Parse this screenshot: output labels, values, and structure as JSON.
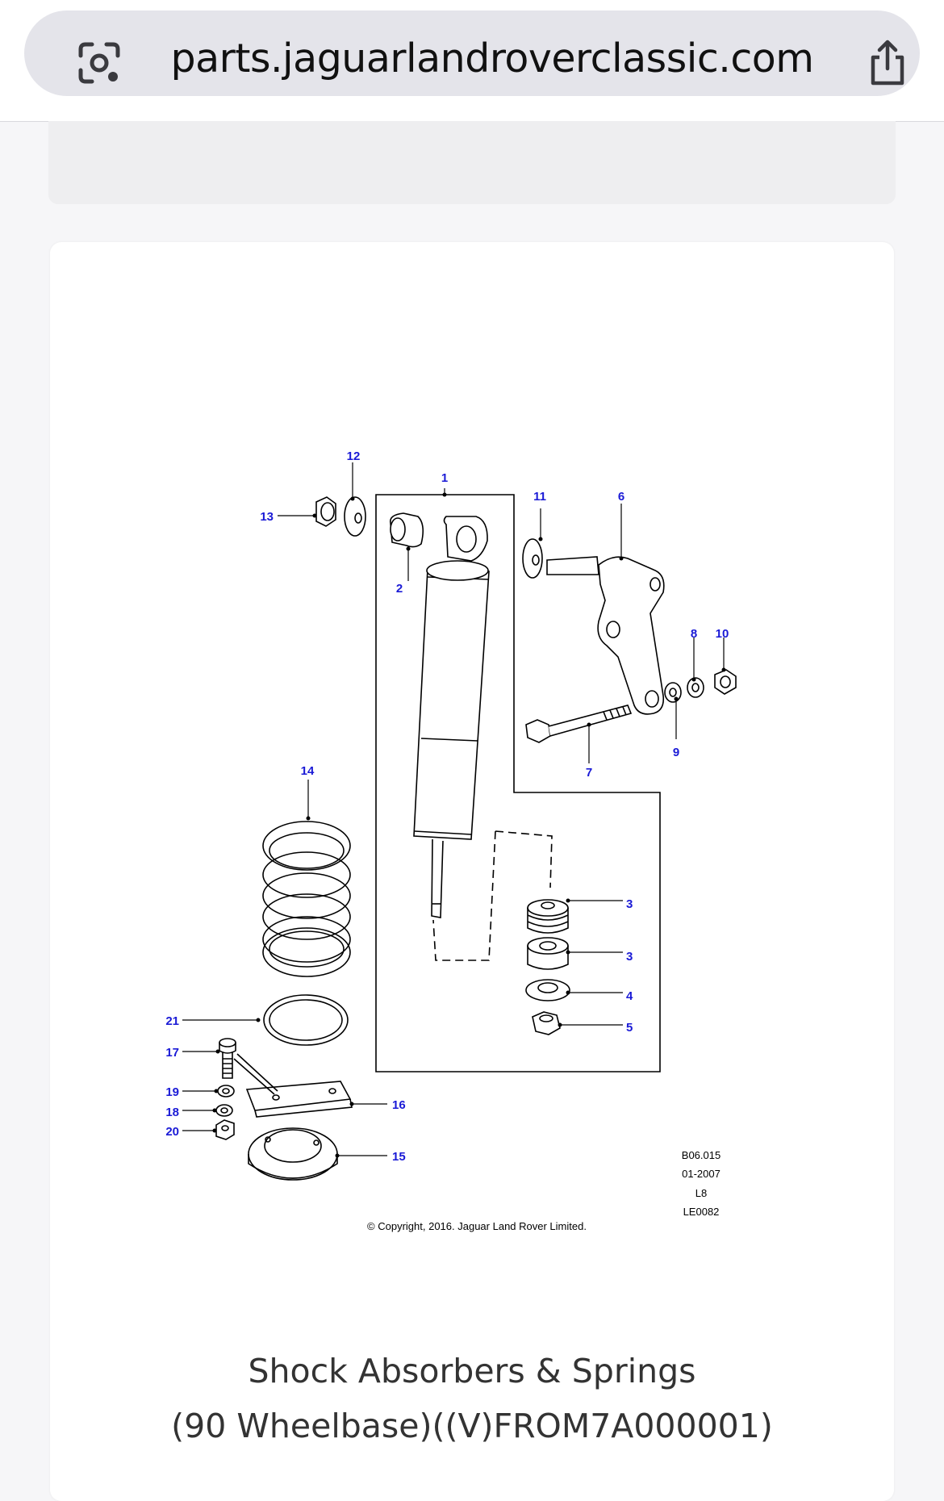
{
  "browser": {
    "url": "parts.jaguarlandroverclassic.com",
    "lens_icon": "camera-search-icon",
    "share_icon": "share-icon"
  },
  "diagram": {
    "callouts": [
      "1",
      "2",
      "3",
      "3",
      "4",
      "5",
      "6",
      "7",
      "8",
      "9",
      "10",
      "11",
      "12",
      "13",
      "14",
      "15",
      "16",
      "17",
      "18",
      "19",
      "20",
      "21"
    ],
    "ref_code": "B06.015",
    "ref_date": "01-2007",
    "ref_l": "L8",
    "ref_le": "LE0082",
    "copyright": "© Copyright, 2016. Jaguar Land Rover Limited."
  },
  "page": {
    "title_line1": "Shock Absorbers & Springs",
    "title_line2": "(90 Wheelbase)((V)FROM7A000001)"
  },
  "colors": {
    "callout": "#1a1ad6",
    "line": "#000000"
  }
}
